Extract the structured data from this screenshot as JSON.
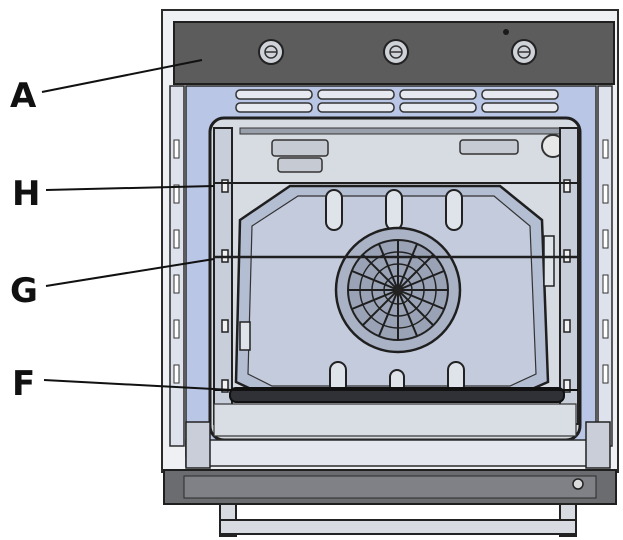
{
  "callouts": [
    {
      "id": "A",
      "label": "A"
    },
    {
      "id": "H",
      "label": "H"
    },
    {
      "id": "G",
      "label": "G"
    },
    {
      "id": "F",
      "label": "F"
    }
  ],
  "colors": {
    "outline": "#2b2b2b",
    "panel": "#5c5c5c",
    "cavity": "#d7dbe2",
    "body": "#eef0f4",
    "side": "#b9c6e6",
    "grid": "#555a66"
  }
}
